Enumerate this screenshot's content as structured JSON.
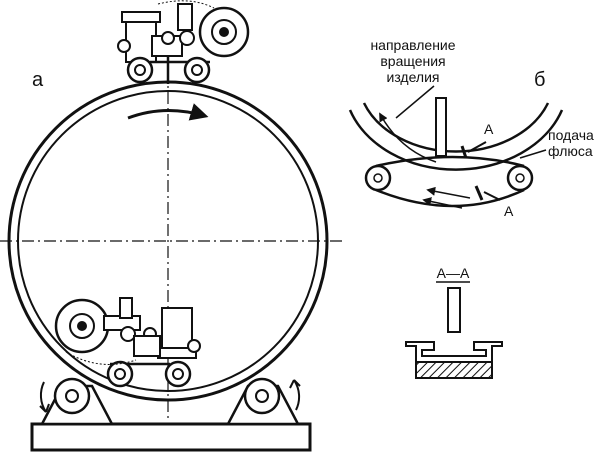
{
  "labels": {
    "panel_a": "а",
    "panel_b": "б",
    "rotation_line1": "направление",
    "rotation_line2": "вращения",
    "rotation_line3": "изделия",
    "flux_line1": "подача",
    "flux_line2": "флюса",
    "marker_top": "А",
    "marker_bottom": "А",
    "section": "А—А"
  },
  "colors": {
    "stroke": "#111111",
    "background": "#ffffff",
    "hatch": "#111111"
  }
}
